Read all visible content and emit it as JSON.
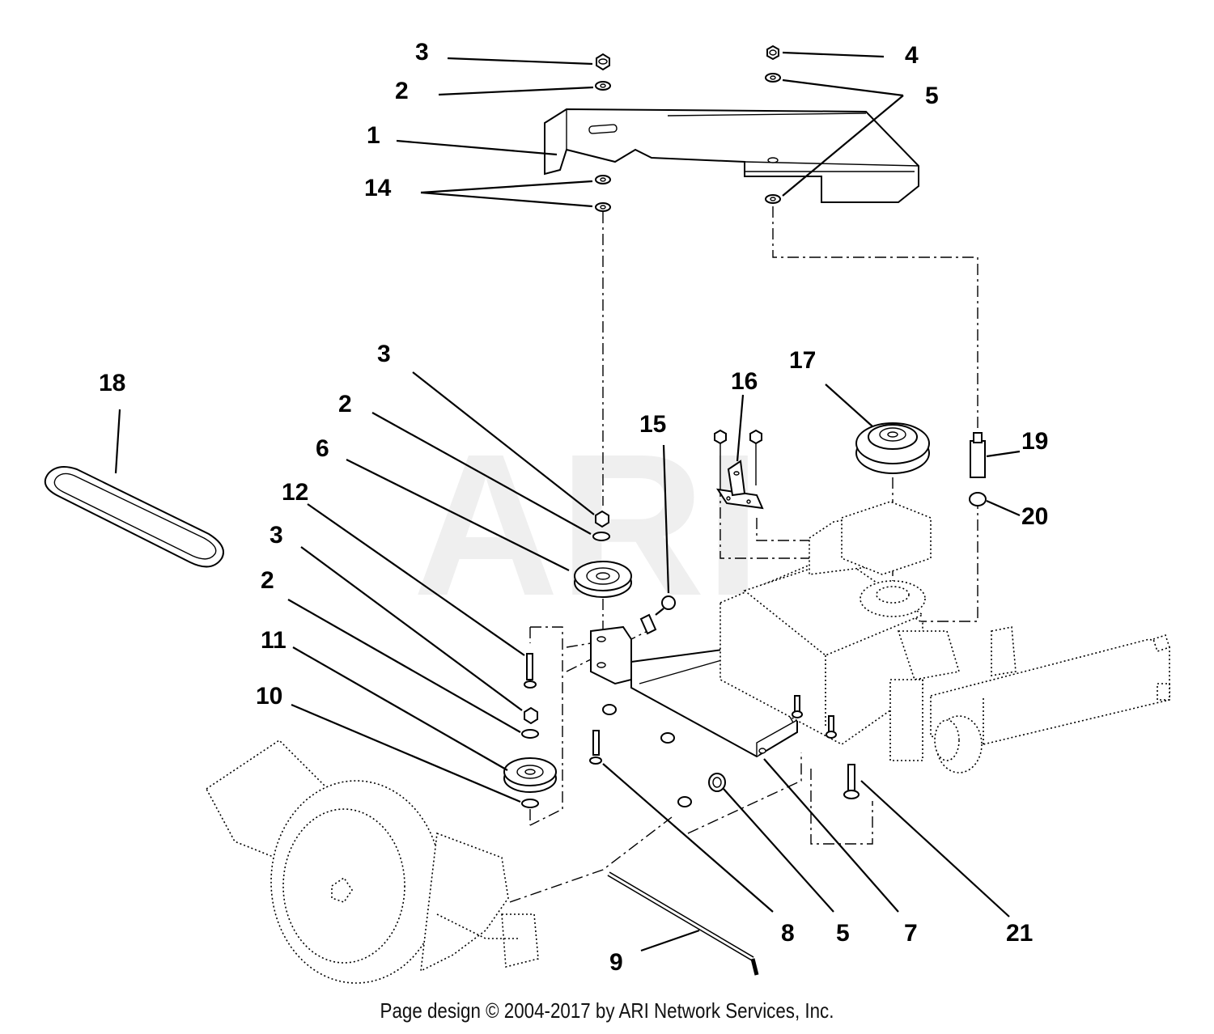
{
  "watermark": "ARI",
  "callouts": [
    {
      "id": "c3a",
      "label": "3"
    },
    {
      "id": "c2a",
      "label": "2"
    },
    {
      "id": "c1",
      "label": "1"
    },
    {
      "id": "c14",
      "label": "14"
    },
    {
      "id": "c4",
      "label": "4"
    },
    {
      "id": "c5a",
      "label": "5"
    },
    {
      "id": "c18",
      "label": "18"
    },
    {
      "id": "c3b",
      "label": "3"
    },
    {
      "id": "c2b",
      "label": "2"
    },
    {
      "id": "c6",
      "label": "6"
    },
    {
      "id": "c12",
      "label": "12"
    },
    {
      "id": "c3c",
      "label": "3"
    },
    {
      "id": "c2c",
      "label": "2"
    },
    {
      "id": "c11",
      "label": "11"
    },
    {
      "id": "c10",
      "label": "10"
    },
    {
      "id": "c15",
      "label": "15"
    },
    {
      "id": "c16",
      "label": "16"
    },
    {
      "id": "c17",
      "label": "17"
    },
    {
      "id": "c19",
      "label": "19"
    },
    {
      "id": "c20",
      "label": "20"
    },
    {
      "id": "c8",
      "label": "8"
    },
    {
      "id": "c5b",
      "label": "5"
    },
    {
      "id": "c7",
      "label": "7"
    },
    {
      "id": "c21",
      "label": "21"
    },
    {
      "id": "c9",
      "label": "9"
    }
  ],
  "footer": "Page design © 2004-2017 by ARI Network Services, Inc."
}
